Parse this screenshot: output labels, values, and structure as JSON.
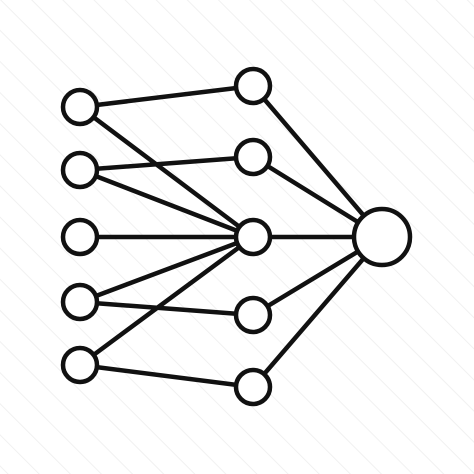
{
  "icon": {
    "name": "neural-network-icon",
    "colors": {
      "background": "#ffffff",
      "line": "#111111",
      "watermark": "#f1f1f1"
    }
  },
  "network": {
    "layers": [
      {
        "name": "input",
        "nodes": [
          "in-1",
          "in-2",
          "in-3",
          "in-4",
          "in-5"
        ]
      },
      {
        "name": "hidden",
        "nodes": [
          "hid-1",
          "hid-2",
          "hid-3",
          "hid-4",
          "hid-5"
        ]
      },
      {
        "name": "output",
        "nodes": [
          "out-1"
        ]
      }
    ],
    "edges": [
      [
        "in-1",
        "hid-1"
      ],
      [
        "in-1",
        "hid-3"
      ],
      [
        "in-2",
        "hid-2"
      ],
      [
        "in-2",
        "hid-3"
      ],
      [
        "in-3",
        "hid-3"
      ],
      [
        "in-4",
        "hid-3"
      ],
      [
        "in-4",
        "hid-4"
      ],
      [
        "in-5",
        "hid-3"
      ],
      [
        "in-5",
        "hid-5"
      ],
      [
        "hid-1",
        "out-1"
      ],
      [
        "hid-2",
        "out-1"
      ],
      [
        "hid-3",
        "out-1"
      ],
      [
        "hid-4",
        "out-1"
      ],
      [
        "hid-5",
        "out-1"
      ]
    ]
  }
}
